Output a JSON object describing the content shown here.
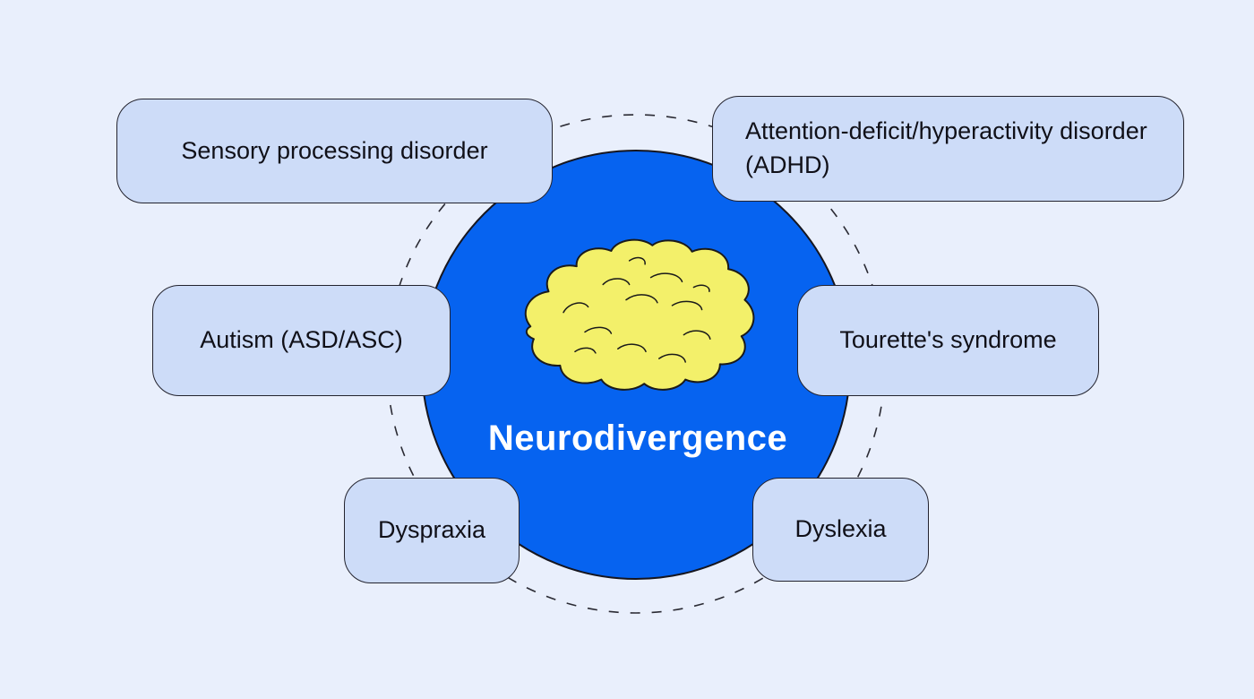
{
  "title": "Neurodivergence",
  "center_icon": "brain-icon",
  "nodes": [
    {
      "id": "sensory",
      "label": "Sensory processing disorder"
    },
    {
      "id": "adhd",
      "label": "Attention-deficit/hyperactivity disorder (ADHD)"
    },
    {
      "id": "autism",
      "label": "Autism (ASD/ASC)"
    },
    {
      "id": "tourette",
      "label": "Tourette's syndrome"
    },
    {
      "id": "dyspraxia",
      "label": "Dyspraxia"
    },
    {
      "id": "dyslexia",
      "label": "Dyslexia"
    }
  ],
  "colors": {
    "background": "#E9EFFC",
    "node_fill": "#CDDCF8",
    "node_border": "#23232E",
    "node_text": "#101018",
    "accent_blue": "#0663F0",
    "circle_border": "#16161F",
    "brain_fill": "#F3F06A",
    "brain_stroke": "#1A1A1A",
    "dashed_line": "#2A2A33",
    "title_text": "#FFFFFF"
  }
}
